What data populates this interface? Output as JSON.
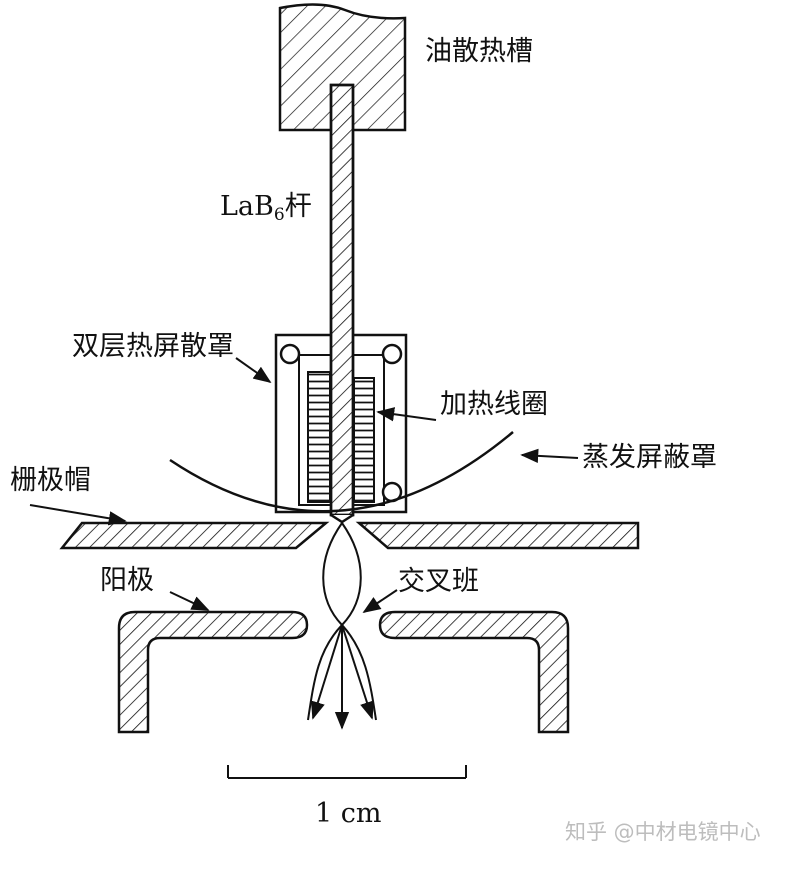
{
  "labels": {
    "heat_sink": "油散热槽",
    "rod_main": "LaB",
    "rod_sub": "6",
    "rod_suffix": "杆",
    "heat_shield": "双层热屏散罩",
    "heater_coil": "加热线圈",
    "evap_shield": "蒸发屏蔽罩",
    "grid_cap": "栅极帽",
    "anode": "阳极",
    "crossover": "交叉班",
    "scale": "1 cm"
  },
  "watermark": "知乎 @中材电镜中心",
  "colors": {
    "line": "#111111",
    "background": "#ffffff",
    "watermark": "#bdbdbd"
  }
}
